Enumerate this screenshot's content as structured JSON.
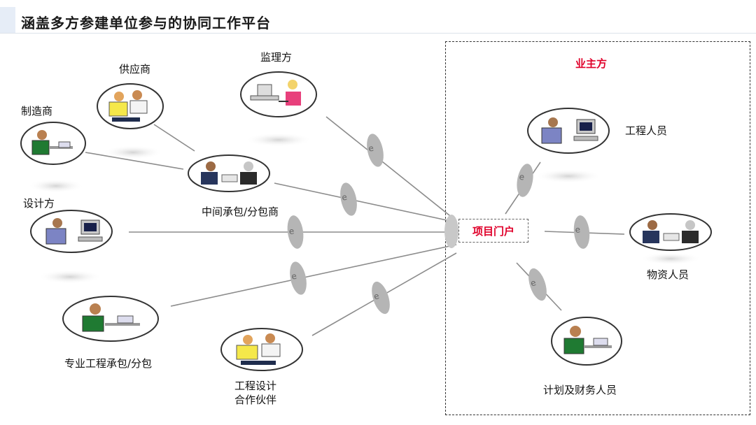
{
  "page": {
    "title": "涵盖多方参建单位参与的协同工作平台"
  },
  "owner_group": {
    "label": "业主方"
  },
  "portal": {
    "label": "项目门户"
  },
  "link_marker": {
    "glyph": "e"
  },
  "participants": {
    "supervisor": "监理方",
    "supplier": "供应商",
    "manufacturer": "制造商",
    "intermediate_subcontractor": "中间承包/分包商",
    "designer": "设计方",
    "specialty_subcontractor": "专业工程承包/分包",
    "design_partner_line1": "工程设计",
    "design_partner_line2": "合作伙伴",
    "engineering_staff": "工程人员",
    "materials_staff": "物资人员",
    "finance_staff": "计划及财务人员"
  },
  "colors": {
    "accent_red": "#e0002a",
    "link_gray": "#8c8c8c",
    "marker_gray": "#b5b5b5"
  }
}
